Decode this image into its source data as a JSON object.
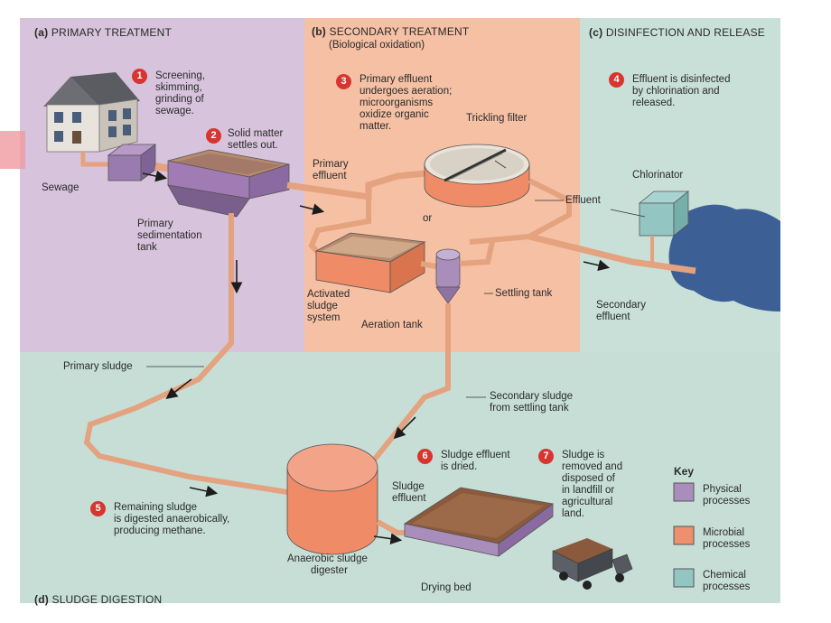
{
  "sections": {
    "a": {
      "tag": "(a)",
      "title": "PRIMARY TREATMENT"
    },
    "b": {
      "tag": "(b)",
      "title": "SECONDARY TREATMENT",
      "subtitle": "(Biological oxidation)"
    },
    "c": {
      "tag": "(c)",
      "title": "DISINFECTION AND RELEASE"
    },
    "d": {
      "tag": "(d)",
      "title": "SLUDGE DIGESTION"
    }
  },
  "steps": [
    {
      "n": "1",
      "lines": [
        "Screening,",
        "skimming,",
        "grinding of",
        "sewage."
      ]
    },
    {
      "n": "2",
      "lines": [
        "Solid matter",
        "settles out."
      ]
    },
    {
      "n": "3",
      "lines": [
        "Primary effluent",
        "undergoes aeration;",
        "microorganisms",
        "oxidize organic",
        "matter."
      ]
    },
    {
      "n": "4",
      "lines": [
        "Effluent is disinfected",
        "by chlorination and",
        "released."
      ]
    },
    {
      "n": "5",
      "lines": [
        "Remaining sludge",
        "is digested anaerobically,",
        "producing methane."
      ]
    },
    {
      "n": "6",
      "lines": [
        "Sludge effluent",
        "is dried."
      ]
    },
    {
      "n": "7",
      "lines": [
        "Sludge is",
        "removed and",
        "disposed of",
        "in landfill or",
        "agricultural",
        "land."
      ]
    }
  ],
  "labels": {
    "sewage": "Sewage",
    "primary_tank": [
      "Primary",
      "sedimentation",
      "tank"
    ],
    "primary_effluent": [
      "Primary",
      "effluent"
    ],
    "trickling_filter": "Trickling filter",
    "or": "or",
    "effluent": "Effluent",
    "chlorinator": "Chlorinator",
    "activated_sludge": [
      "Activated",
      "sludge",
      "system"
    ],
    "aeration_tank": "Aeration tank",
    "settling_tank": "Settling tank",
    "secondary_effluent": [
      "Secondary",
      "effluent"
    ],
    "primary_sludge": "Primary sludge",
    "secondary_sludge": [
      "Secondary sludge",
      "from settling tank"
    ],
    "sludge_effluent": [
      "Sludge",
      "effluent"
    ],
    "digester": [
      "Anaerobic sludge",
      "digester"
    ],
    "drying_bed": "Drying bed"
  },
  "key": {
    "title": "Key",
    "items": [
      {
        "lines": [
          "Physical",
          "processes"
        ],
        "color": "#a98dba"
      },
      {
        "lines": [
          "Microbial",
          "processes"
        ],
        "color": "#ee8f6d"
      },
      {
        "lines": [
          "Chemical",
          "processes"
        ],
        "color": "#93c6c2"
      }
    ]
  },
  "colors": {
    "physical_bg": "#d8c4dc",
    "microbial_bg": "#f6c2a6",
    "chemical_bg": "#c8dfd6",
    "pipe": "#e4a27f",
    "marker": "#d6362f"
  }
}
